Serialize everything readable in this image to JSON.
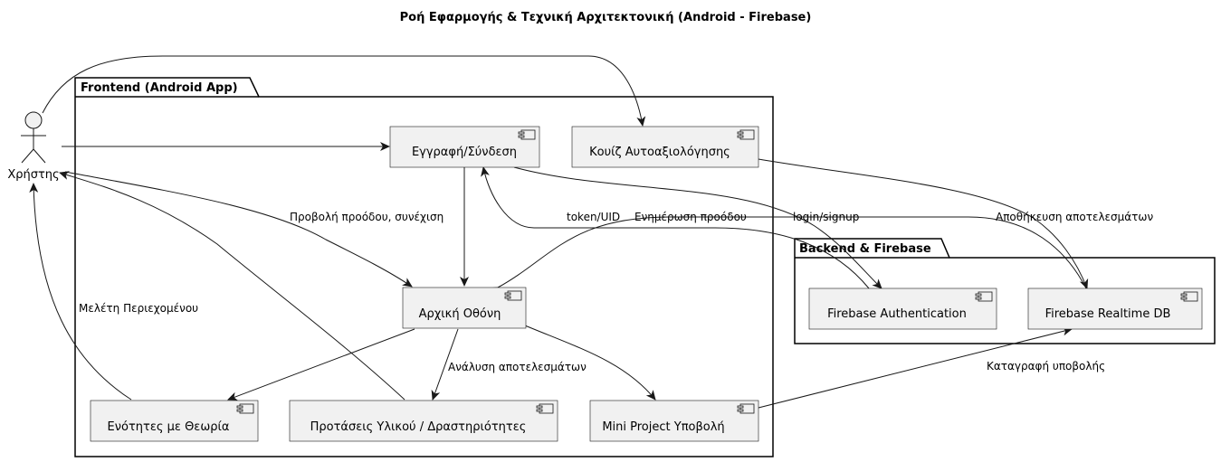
{
  "title": "Ροή Εφαρμογής & Τεχνική Αρχιτεκτονική (Android - Firebase)",
  "actor": {
    "label": "Χρήστης"
  },
  "packages": {
    "frontend": "Frontend (Android App)",
    "backend": "Backend & Firebase"
  },
  "components": {
    "signup": "Εγγραφή/Σύνδεση",
    "quiz": "Κουίζ Αυτοαξιολόγησης",
    "home": "Αρχική Οθόνη",
    "units": "Ενότητες με Θεωρία",
    "suggestions": "Προτάσεις Υλικού / Δραστηριότητες",
    "miniproject": "Mini Project Υποβολή",
    "auth": "Firebase Authentication",
    "db": "Firebase Realtime DB"
  },
  "edge_labels": {
    "progress_view": "Προβολή προόδου, συνέχιση",
    "token": "token/UID",
    "update_progress": "Ενημέρωση προόδου",
    "login": "login/signup",
    "save_results": "Αποθήκευση αποτελεσμάτων",
    "study": "Μελέτη Περιεχομένου",
    "analysis": "Ανάλυση αποτελεσμάτων",
    "submission_log": "Καταγραφή υποβολής"
  }
}
